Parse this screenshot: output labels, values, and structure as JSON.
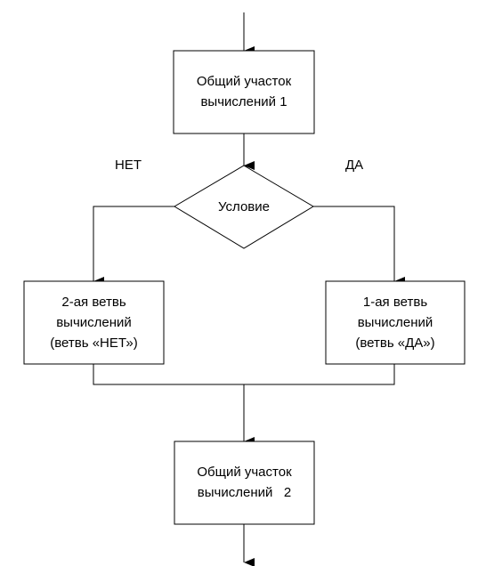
{
  "blocks": {
    "common1": [
      "Общий участок",
      "вычислений 1"
    ],
    "branch_no": [
      "2-ая ветвь",
      "вычислений",
      "(ветвь «НЕТ»)"
    ],
    "branch_yes": [
      "1-ая ветвь",
      "вычислений",
      "(ветвь «ДА»)"
    ],
    "common2": [
      "Общий участок",
      "вычислений   2"
    ]
  },
  "condition": "Условие",
  "labels": {
    "no": "НЕТ",
    "yes": "ДА"
  }
}
